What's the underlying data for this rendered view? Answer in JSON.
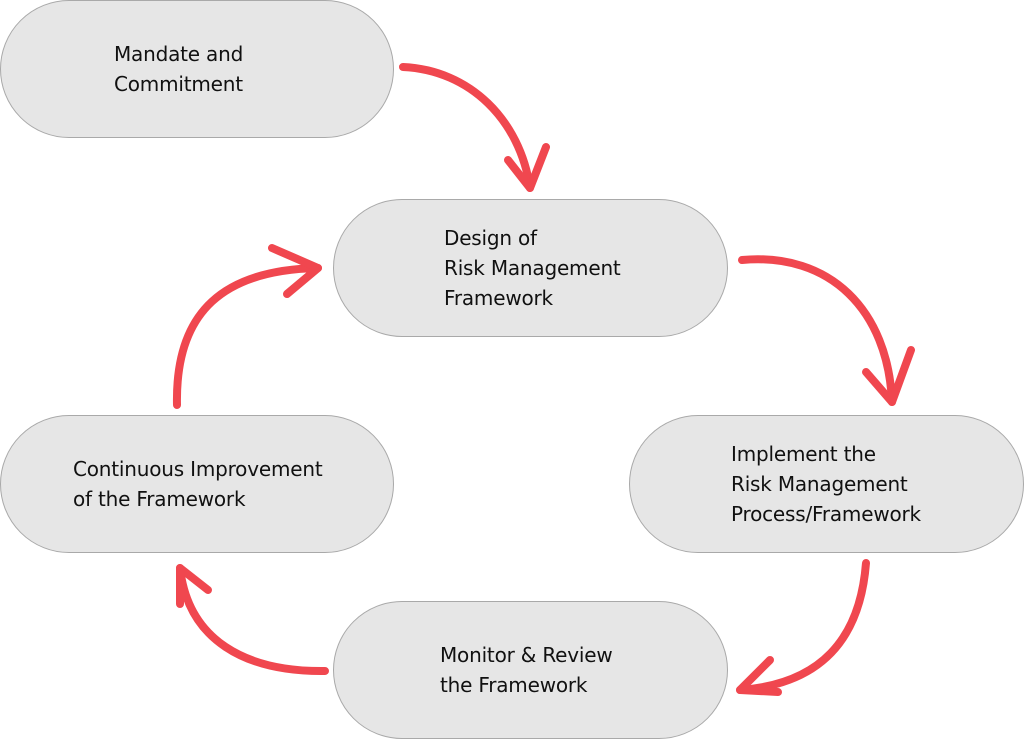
{
  "diagram": {
    "nodes": [
      {
        "id": "mandate",
        "label": "Mandate and\nCommitment"
      },
      {
        "id": "design",
        "label": "Design of\nRisk Management\nFramework"
      },
      {
        "id": "implement",
        "label": "Implement the\nRisk Management\nProcess/Framework"
      },
      {
        "id": "monitor",
        "label": "Monitor & Review\nthe Framework"
      },
      {
        "id": "continuous",
        "label": "Continuous Improvement\nof the Framework"
      }
    ],
    "edges": [
      {
        "from": "mandate",
        "to": "design"
      },
      {
        "from": "design",
        "to": "implement"
      },
      {
        "from": "implement",
        "to": "monitor"
      },
      {
        "from": "monitor",
        "to": "continuous"
      },
      {
        "from": "continuous",
        "to": "design"
      }
    ],
    "colors": {
      "arrow": "#f0474f",
      "node_fill": "#e6e6e6",
      "node_border": "#a9a9a9",
      "text": "#111111"
    }
  }
}
